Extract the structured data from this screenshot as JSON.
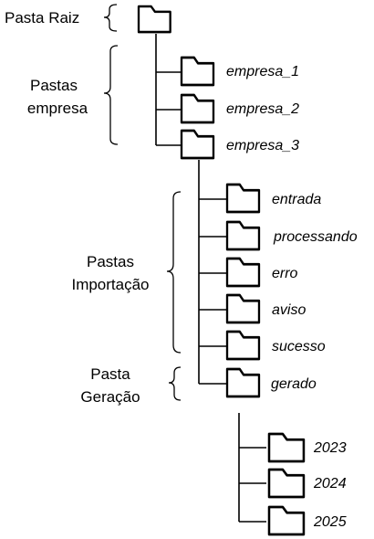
{
  "root": {
    "label": "Pasta Raiz"
  },
  "groups": {
    "empresa": {
      "line1": "Pastas",
      "line2": "empresa"
    },
    "importacao": {
      "line1": "Pastas",
      "line2": "Importação"
    },
    "geracao": {
      "line1": "Pasta",
      "line2": "Geração"
    }
  },
  "folders": {
    "empresa_1": "empresa_1",
    "empresa_2": "empresa_2",
    "empresa_3": "empresa_3",
    "entrada": "entrada",
    "processando": "processando",
    "erro": "erro",
    "aviso": "aviso",
    "sucesso": "sucesso",
    "gerado": "gerado",
    "y2023": "2023",
    "y2024": "2024",
    "y2025": "2025"
  }
}
